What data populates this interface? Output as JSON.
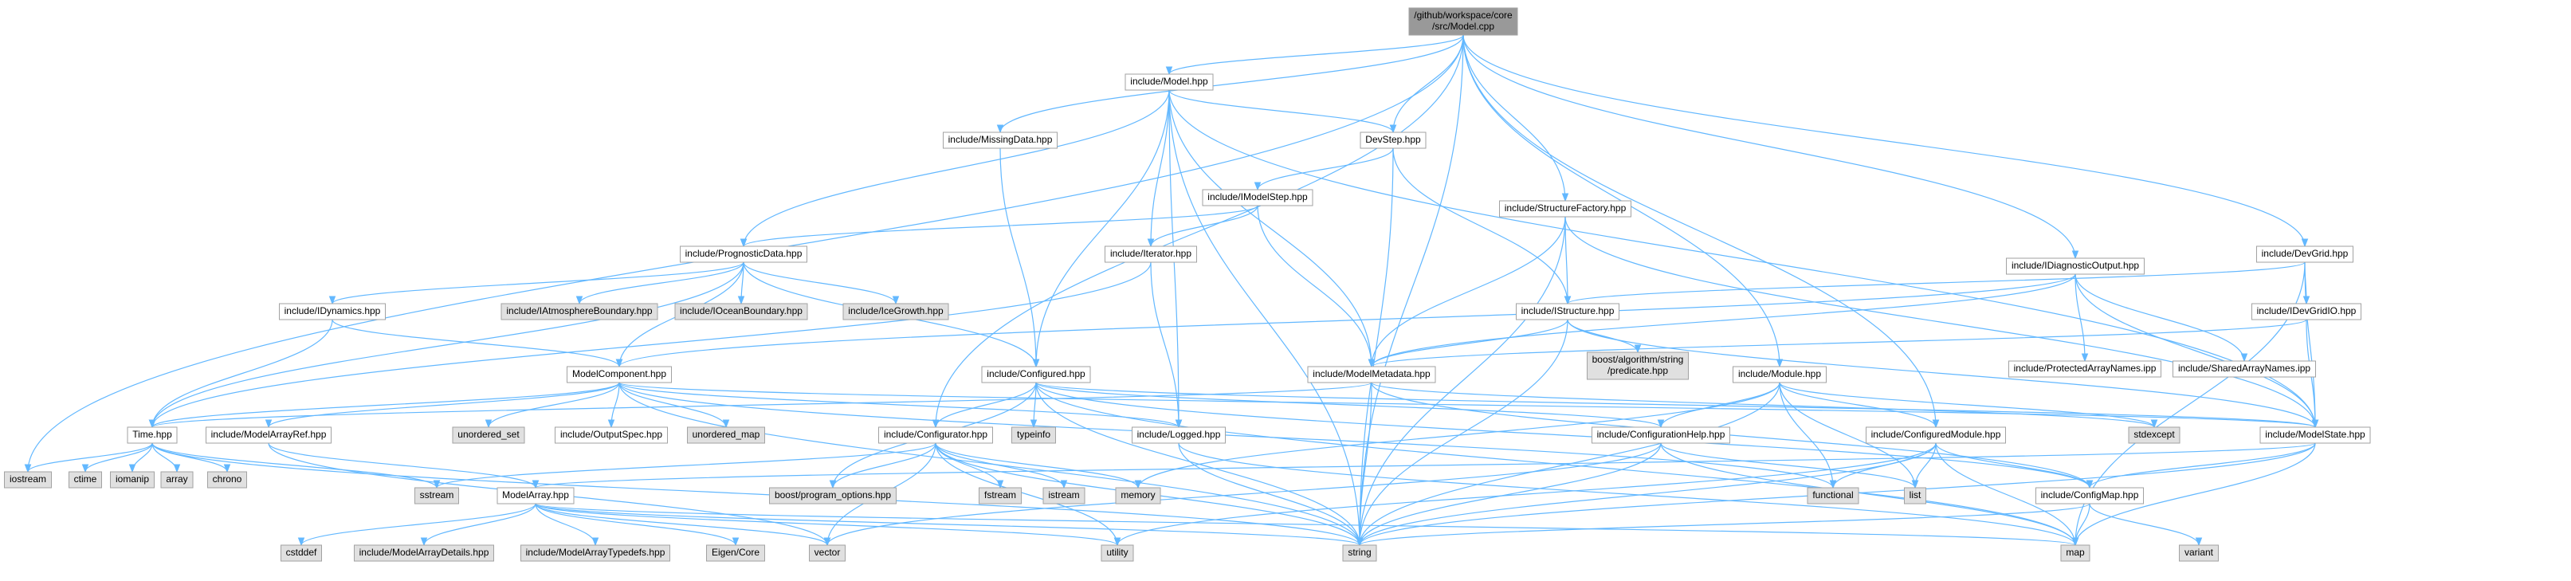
{
  "graph": {
    "colors": {
      "root_fill": "#999999",
      "internal_fill": "#ffffff",
      "external_fill": "#e0e0e0",
      "border": "#a2a2a2",
      "edge": "#63b8ff"
    },
    "nodes": [
      {
        "id": "root",
        "lines": [
          "/github/workspace/core",
          "/src/Model.cpp"
        ],
        "kind": "root"
      },
      {
        "id": "model_hpp",
        "lines": [
          "include/Model.hpp"
        ],
        "kind": "internal"
      },
      {
        "id": "missingdata",
        "lines": [
          "include/MissingData.hpp"
        ],
        "kind": "internal"
      },
      {
        "id": "devstep",
        "lines": [
          "DevStep.hpp"
        ],
        "kind": "internal"
      },
      {
        "id": "imodelstep",
        "lines": [
          "include/IModelStep.hpp"
        ],
        "kind": "internal"
      },
      {
        "id": "prognostic",
        "lines": [
          "include/PrognosticData.hpp"
        ],
        "kind": "internal"
      },
      {
        "id": "iterator",
        "lines": [
          "include/Iterator.hpp"
        ],
        "kind": "internal"
      },
      {
        "id": "structfactory",
        "lines": [
          "include/StructureFactory.hpp"
        ],
        "kind": "internal"
      },
      {
        "id": "devgrid",
        "lines": [
          "include/DevGrid.hpp"
        ],
        "kind": "internal"
      },
      {
        "id": "idiagnostic",
        "lines": [
          "include/IDiagnosticOutput.hpp"
        ],
        "kind": "internal"
      },
      {
        "id": "idevgridio",
        "lines": [
          "include/IDevGridIO.hpp"
        ],
        "kind": "internal"
      },
      {
        "id": "idynamics",
        "lines": [
          "include/IDynamics.hpp"
        ],
        "kind": "internal"
      },
      {
        "id": "iatmos",
        "lines": [
          "include/IAtmosphereBoundary.hpp"
        ],
        "kind": "external"
      },
      {
        "id": "iocean",
        "lines": [
          "include/IOceanBoundary.hpp"
        ],
        "kind": "external"
      },
      {
        "id": "icegrowth",
        "lines": [
          "include/IceGrowth.hpp"
        ],
        "kind": "external"
      },
      {
        "id": "istructure",
        "lines": [
          "include/IStructure.hpp"
        ],
        "kind": "internal"
      },
      {
        "id": "boostalg",
        "lines": [
          "boost/algorithm/string",
          "/predicate.hpp"
        ],
        "kind": "external"
      },
      {
        "id": "protected",
        "lines": [
          "include/ProtectedArrayNames.ipp"
        ],
        "kind": "internal"
      },
      {
        "id": "shared",
        "lines": [
          "include/SharedArrayNames.ipp"
        ],
        "kind": "internal"
      },
      {
        "id": "modelcomponent",
        "lines": [
          "ModelComponent.hpp"
        ],
        "kind": "internal"
      },
      {
        "id": "configured",
        "lines": [
          "include/Configured.hpp"
        ],
        "kind": "internal"
      },
      {
        "id": "modelmetadata",
        "lines": [
          "include/ModelMetadata.hpp"
        ],
        "kind": "internal"
      },
      {
        "id": "module",
        "lines": [
          "include/Module.hpp"
        ],
        "kind": "internal"
      },
      {
        "id": "time",
        "lines": [
          "Time.hpp"
        ],
        "kind": "internal"
      },
      {
        "id": "modelarrayref",
        "lines": [
          "include/ModelArrayRef.hpp"
        ],
        "kind": "internal"
      },
      {
        "id": "unordered_set",
        "lines": [
          "unordered_set"
        ],
        "kind": "external"
      },
      {
        "id": "outputspec",
        "lines": [
          "include/OutputSpec.hpp"
        ],
        "kind": "internal"
      },
      {
        "id": "unordered_map",
        "lines": [
          "unordered_map"
        ],
        "kind": "external"
      },
      {
        "id": "configurator",
        "lines": [
          "include/Configurator.hpp"
        ],
        "kind": "internal"
      },
      {
        "id": "typeinfo",
        "lines": [
          "typeinfo"
        ],
        "kind": "external"
      },
      {
        "id": "logged",
        "lines": [
          "include/Logged.hpp"
        ],
        "kind": "internal"
      },
      {
        "id": "confighelp",
        "lines": [
          "include/ConfigurationHelp.hpp"
        ],
        "kind": "internal"
      },
      {
        "id": "configuredmodule",
        "lines": [
          "include/ConfiguredModule.hpp"
        ],
        "kind": "internal"
      },
      {
        "id": "stdexcept",
        "lines": [
          "stdexcept"
        ],
        "kind": "external"
      },
      {
        "id": "modelstate",
        "lines": [
          "include/ModelState.hpp"
        ],
        "kind": "internal"
      },
      {
        "id": "iostream",
        "lines": [
          "iostream"
        ],
        "kind": "external"
      },
      {
        "id": "ctime",
        "lines": [
          "ctime"
        ],
        "kind": "external"
      },
      {
        "id": "iomanip",
        "lines": [
          "iomanip"
        ],
        "kind": "external"
      },
      {
        "id": "array",
        "lines": [
          "array"
        ],
        "kind": "external"
      },
      {
        "id": "chrono",
        "lines": [
          "chrono"
        ],
        "kind": "external"
      },
      {
        "id": "sstream",
        "lines": [
          "sstream"
        ],
        "kind": "external"
      },
      {
        "id": "modelarray",
        "lines": [
          "ModelArray.hpp"
        ],
        "kind": "internal"
      },
      {
        "id": "boostpo",
        "lines": [
          "boost/program_options.hpp"
        ],
        "kind": "external"
      },
      {
        "id": "fstream",
        "lines": [
          "fstream"
        ],
        "kind": "external"
      },
      {
        "id": "istream",
        "lines": [
          "istream"
        ],
        "kind": "external"
      },
      {
        "id": "memory",
        "lines": [
          "memory"
        ],
        "kind": "external"
      },
      {
        "id": "functional",
        "lines": [
          "functional"
        ],
        "kind": "external"
      },
      {
        "id": "list",
        "lines": [
          "list"
        ],
        "kind": "external"
      },
      {
        "id": "configmap",
        "lines": [
          "include/ConfigMap.hpp"
        ],
        "kind": "internal"
      },
      {
        "id": "cstddef",
        "lines": [
          "cstddef"
        ],
        "kind": "external"
      },
      {
        "id": "modelarraydetails",
        "lines": [
          "include/ModelArrayDetails.hpp"
        ],
        "kind": "external"
      },
      {
        "id": "modelarraytypedefs",
        "lines": [
          "include/ModelArrayTypedefs.hpp"
        ],
        "kind": "external"
      },
      {
        "id": "eigen",
        "lines": [
          "Eigen/Core"
        ],
        "kind": "external"
      },
      {
        "id": "vector",
        "lines": [
          "vector"
        ],
        "kind": "external"
      },
      {
        "id": "utility",
        "lines": [
          "utility"
        ],
        "kind": "external"
      },
      {
        "id": "string",
        "lines": [
          "string"
        ],
        "kind": "external"
      },
      {
        "id": "map",
        "lines": [
          "map"
        ],
        "kind": "external"
      },
      {
        "id": "variant",
        "lines": [
          "variant"
        ],
        "kind": "external"
      }
    ],
    "edges": [
      [
        "root",
        "model_hpp"
      ],
      [
        "root",
        "missingdata"
      ],
      [
        "root",
        "devstep"
      ],
      [
        "root",
        "structfactory"
      ],
      [
        "root",
        "devgrid"
      ],
      [
        "root",
        "idiagnostic"
      ],
      [
        "root",
        "module"
      ],
      [
        "root",
        "configuredmodule"
      ],
      [
        "root",
        "configurator"
      ],
      [
        "root",
        "iostream"
      ],
      [
        "root",
        "string"
      ],
      [
        "model_hpp",
        "devstep"
      ],
      [
        "model_hpp",
        "prognostic"
      ],
      [
        "model_hpp",
        "iterator"
      ],
      [
        "model_hpp",
        "configured"
      ],
      [
        "model_hpp",
        "modelmetadata"
      ],
      [
        "model_hpp",
        "logged"
      ],
      [
        "model_hpp",
        "modelstate"
      ],
      [
        "model_hpp",
        "string"
      ],
      [
        "missingdata",
        "configured"
      ],
      [
        "devstep",
        "imodelstep"
      ],
      [
        "devstep",
        "istructure"
      ],
      [
        "devstep",
        "string"
      ],
      [
        "imodelstep",
        "prognostic"
      ],
      [
        "imodelstep",
        "iterator"
      ],
      [
        "imodelstep",
        "modelmetadata"
      ],
      [
        "prognostic",
        "idynamics"
      ],
      [
        "prognostic",
        "iatmos"
      ],
      [
        "prognostic",
        "iocean"
      ],
      [
        "prognostic",
        "icegrowth"
      ],
      [
        "prognostic",
        "configured"
      ],
      [
        "prognostic",
        "modelcomponent"
      ],
      [
        "prognostic",
        "time"
      ],
      [
        "iterator",
        "time"
      ],
      [
        "iterator",
        "logged"
      ],
      [
        "structfactory",
        "istructure"
      ],
      [
        "structfactory",
        "modelmetadata"
      ],
      [
        "structfactory",
        "modelstate"
      ],
      [
        "structfactory",
        "string"
      ],
      [
        "devgrid",
        "idevgridio"
      ],
      [
        "devgrid",
        "istructure"
      ],
      [
        "devgrid",
        "modelstate"
      ],
      [
        "devgrid",
        "map"
      ],
      [
        "idevgridio",
        "modelstate"
      ],
      [
        "idevgridio",
        "modelmetadata"
      ],
      [
        "idiagnostic",
        "modelcomponent"
      ],
      [
        "idiagnostic",
        "modelmetadata"
      ],
      [
        "idiagnostic",
        "modelstate"
      ],
      [
        "idiagnostic",
        "protected"
      ],
      [
        "idiagnostic",
        "shared"
      ],
      [
        "idynamics",
        "modelcomponent"
      ],
      [
        "idynamics",
        "time"
      ],
      [
        "istructure",
        "boostalg"
      ],
      [
        "istructure",
        "modelmetadata"
      ],
      [
        "istructure",
        "modelstate"
      ],
      [
        "istructure",
        "string"
      ],
      [
        "modelcomponent",
        "time"
      ],
      [
        "modelcomponent",
        "modelarrayref"
      ],
      [
        "modelcomponent",
        "unordered_set"
      ],
      [
        "modelcomponent",
        "outputspec"
      ],
      [
        "modelcomponent",
        "unordered_map"
      ],
      [
        "modelcomponent",
        "logged"
      ],
      [
        "modelcomponent",
        "modelstate"
      ],
      [
        "modelcomponent",
        "functional"
      ],
      [
        "modelcomponent",
        "string"
      ],
      [
        "configured",
        "configurator"
      ],
      [
        "configured",
        "typeinfo"
      ],
      [
        "configured",
        "boostpo"
      ],
      [
        "configured",
        "confighelp"
      ],
      [
        "configured",
        "configmap"
      ],
      [
        "configured",
        "modelstate"
      ],
      [
        "configured",
        "string"
      ],
      [
        "configured",
        "map"
      ],
      [
        "modelmetadata",
        "time"
      ],
      [
        "modelmetadata",
        "configmap"
      ],
      [
        "modelmetadata",
        "stdexcept"
      ],
      [
        "modelmetadata",
        "string"
      ],
      [
        "module",
        "confighelp"
      ],
      [
        "module",
        "configuredmodule"
      ],
      [
        "module",
        "functional"
      ],
      [
        "module",
        "list"
      ],
      [
        "module",
        "string"
      ],
      [
        "module",
        "stdexcept"
      ],
      [
        "module",
        "memory"
      ],
      [
        "time",
        "iostream"
      ],
      [
        "time",
        "ctime"
      ],
      [
        "time",
        "iomanip"
      ],
      [
        "time",
        "array"
      ],
      [
        "time",
        "chrono"
      ],
      [
        "time",
        "sstream"
      ],
      [
        "time",
        "string"
      ],
      [
        "modelarrayref",
        "modelarray"
      ],
      [
        "modelarrayref",
        "vector"
      ],
      [
        "configurator",
        "sstream"
      ],
      [
        "configurator",
        "boostpo"
      ],
      [
        "configurator",
        "fstream"
      ],
      [
        "configurator",
        "istream"
      ],
      [
        "configurator",
        "memory"
      ],
      [
        "configurator",
        "string"
      ],
      [
        "configurator",
        "vector"
      ],
      [
        "configurator",
        "utility"
      ],
      [
        "logged",
        "string"
      ],
      [
        "logged",
        "map"
      ],
      [
        "confighelp",
        "list"
      ],
      [
        "confighelp",
        "string"
      ],
      [
        "confighelp",
        "map"
      ],
      [
        "confighelp",
        "vector"
      ],
      [
        "configuredmodule",
        "configmap"
      ],
      [
        "configuredmodule",
        "functional"
      ],
      [
        "configuredmodule",
        "list"
      ],
      [
        "configuredmodule",
        "map"
      ],
      [
        "configuredmodule",
        "string"
      ],
      [
        "configuredmodule",
        "utility"
      ],
      [
        "modelstate",
        "modelarray"
      ],
      [
        "modelstate",
        "configmap"
      ],
      [
        "modelstate",
        "map"
      ],
      [
        "modelstate",
        "string"
      ],
      [
        "configmap",
        "map"
      ],
      [
        "configmap",
        "string"
      ],
      [
        "configmap",
        "variant"
      ],
      [
        "modelarray",
        "cstddef"
      ],
      [
        "modelarray",
        "modelarraydetails"
      ],
      [
        "modelarray",
        "modelarraytypedefs"
      ],
      [
        "modelarray",
        "eigen"
      ],
      [
        "modelarray",
        "vector"
      ],
      [
        "modelarray",
        "string"
      ],
      [
        "modelarray",
        "map"
      ],
      [
        "modelarray",
        "utility"
      ]
    ]
  }
}
